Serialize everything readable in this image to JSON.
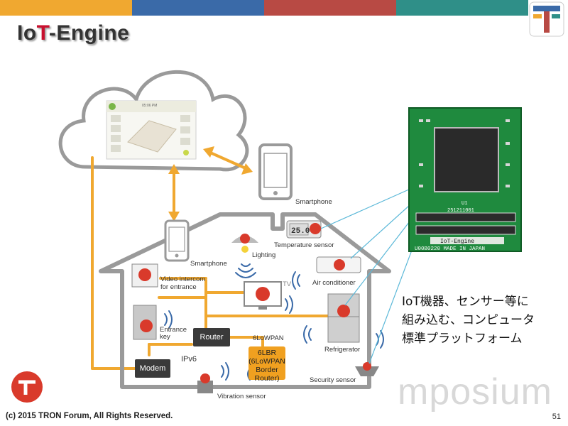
{
  "slide": {
    "title_part1": "Io",
    "title_part2": "T",
    "title_part3": "-Engine",
    "footer": "(c) 2015 TRON Forum, All Rights Reserved.",
    "page_number": "51",
    "watermark": "mposium"
  },
  "top_bar_colors": [
    "#f0a830",
    "#3a6aa8",
    "#b84a44",
    "#2f8f88"
  ],
  "diagram": {
    "labels": {
      "smartphone_top": "Smartphone",
      "smartphone_house": "Smartphone",
      "lighting": "Lighting",
      "temperature_sensor": "Temperature sensor",
      "video_intercom_1": "Video intercom",
      "video_intercom_2": "for entrance",
      "tv": "TV",
      "air_conditioner": "Air conditioner",
      "entrance_key_1": "Entrance",
      "entrance_key_2": "key",
      "router": "Router",
      "sixlowpan": "6LoWPAN",
      "refrigerator": "Refrigerator",
      "ipv6": "IPv6",
      "modem": "Modem",
      "sixlbr_1": "6LBR",
      "sixlbr_2": "(6LoWPAN",
      "sixlbr_3": "Border Router)",
      "security_sensor": "Security sensor",
      "vibration_sensor": "Vibration sensor",
      "temp_display": "25.0",
      "app_time": "05:06 PM"
    },
    "board": {
      "chip_label": "IoT-Engine",
      "serial": "U00B0220  MADE IN JAPAN",
      "part_u1": "U1",
      "part_code": "251211001"
    },
    "description_lines": [
      "IoT機器、センサー等に",
      "組み込む、コンピュータ",
      "標準プラットフォーム"
    ]
  }
}
